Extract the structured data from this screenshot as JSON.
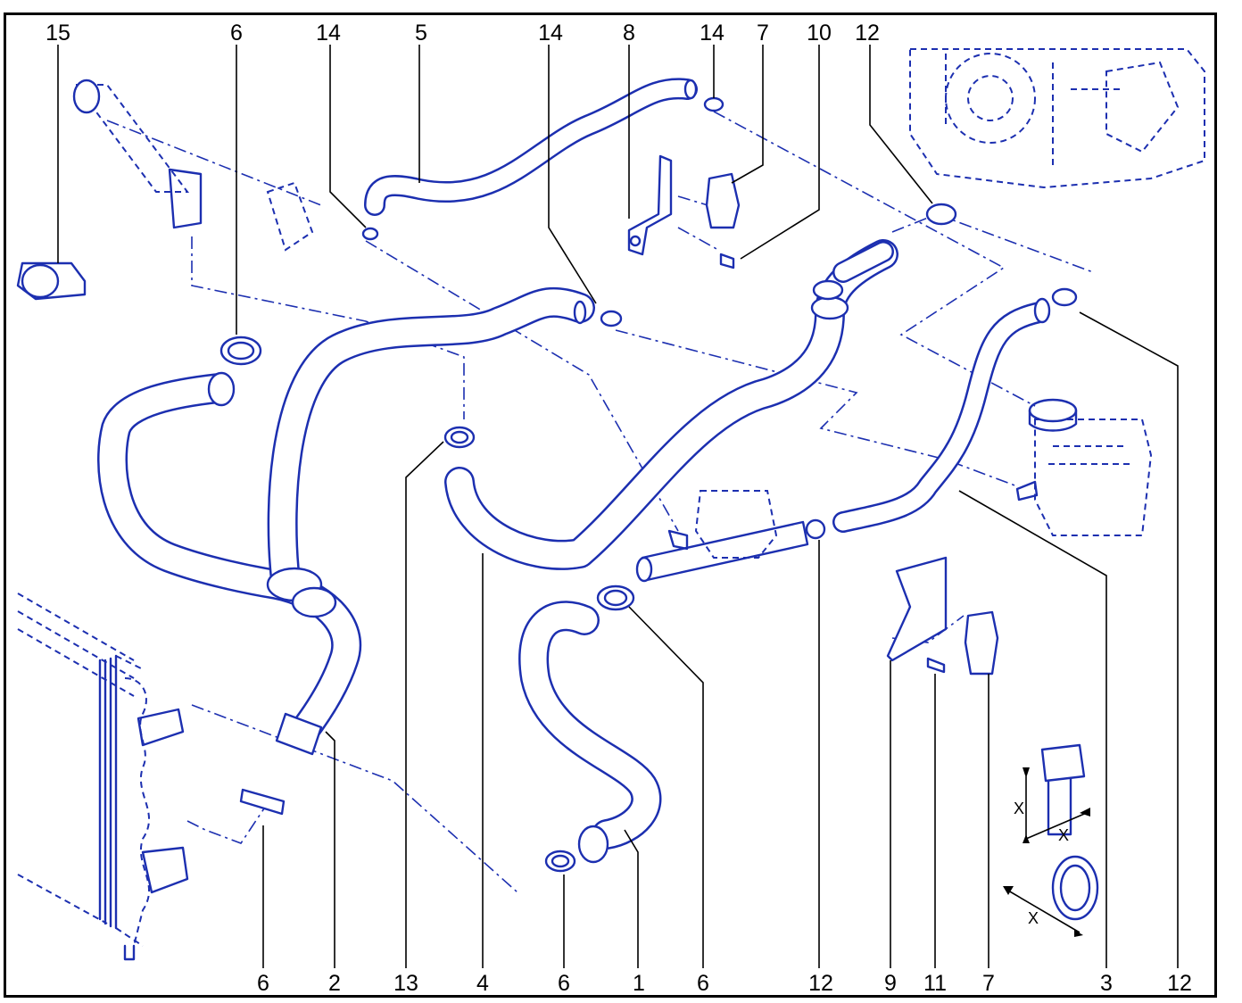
{
  "callouts_top": [
    "15",
    "6",
    "14",
    "5",
    "14",
    "8",
    "14",
    "7",
    "10",
    "12"
  ],
  "callouts_bottom": [
    "6",
    "2",
    "13",
    "4",
    "6",
    "1",
    "6",
    "12",
    "9",
    "11",
    "7",
    "3",
    "12"
  ],
  "callout_right_12": "12",
  "dimension_labels": [
    "X",
    "X",
    "X"
  ],
  "colors": {
    "line_art": "#1c2fb0",
    "callout_text": "#000000",
    "frame": "#000000",
    "background": "#ffffff"
  }
}
